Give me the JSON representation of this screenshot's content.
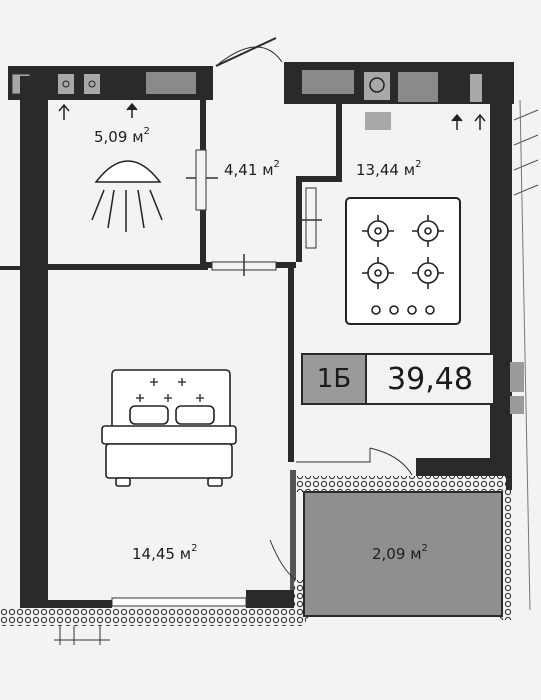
{
  "unit": {
    "code": "1Б",
    "total_area": "39,48"
  },
  "rooms": {
    "bathroom": {
      "area": "5,09",
      "unit": "м"
    },
    "hallway": {
      "area": "4,41",
      "unit": "м"
    },
    "kitchen": {
      "area": "13,44",
      "unit": "м"
    },
    "bedroom": {
      "area": "14,45",
      "unit": "м"
    },
    "balcony": {
      "area": "2,09",
      "unit": "м"
    }
  },
  "unit_superscript": "2",
  "colors": {
    "wall": "#2a2a2a",
    "paper": "#f3f3f3",
    "balcony_fill": "#8f8f8f",
    "badge_code_fill": "#9a9a9a"
  }
}
